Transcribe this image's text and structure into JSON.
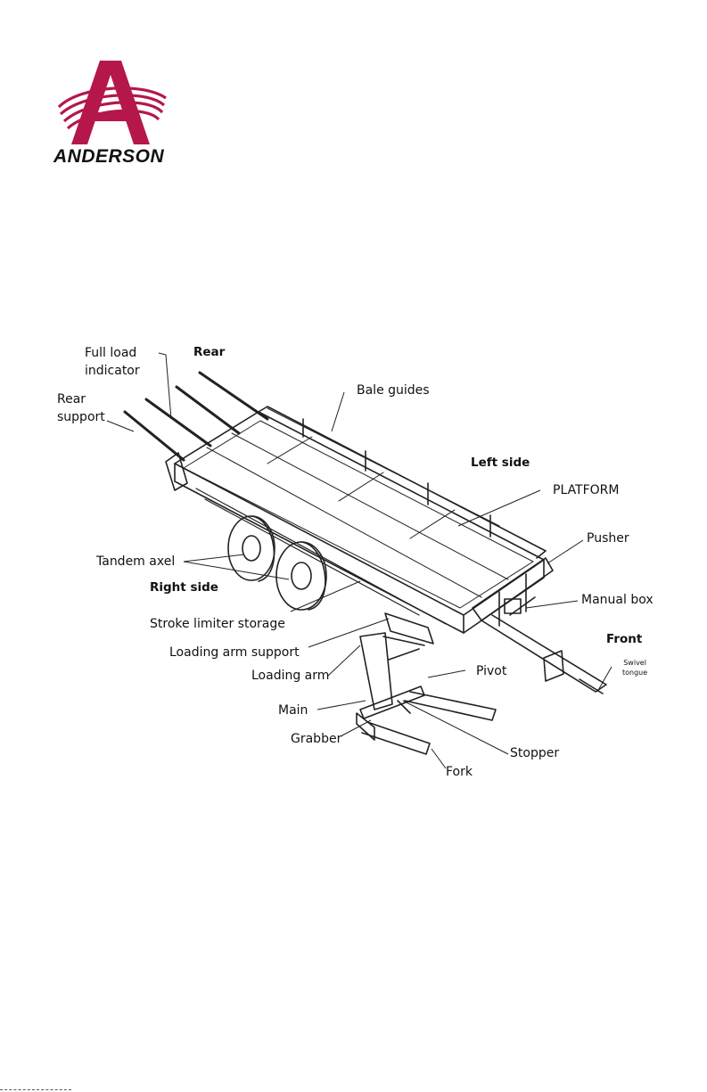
{
  "brand": {
    "name": "ANDERSON",
    "primary_color": "#b5174a",
    "text_color": "#111111"
  },
  "diagram": {
    "labels": {
      "full_load_indicator_1": "Full load",
      "full_load_indicator_2": "indicator",
      "rear": "Rear",
      "rear_support_1": "Rear",
      "rear_support_2": "support",
      "bale_guides": "Bale guides",
      "left_side": "Left side",
      "platform": "PLATFORM",
      "pusher": "Pusher",
      "tandem_axel": "Tandem axel",
      "right_side": "Right side",
      "manual_box": "Manual box",
      "stroke_limiter_storage": "Stroke limiter storage",
      "front": "Front",
      "loading_arm_support": "Loading arm support",
      "swivel_tongue_1": "Swivel",
      "swivel_tongue_2": "tongue",
      "loading_arm": "Loading arm",
      "pivot": "Pivot",
      "main": "Main",
      "grabber": "Grabber",
      "stopper": "Stopper",
      "fork": "Fork"
    }
  }
}
